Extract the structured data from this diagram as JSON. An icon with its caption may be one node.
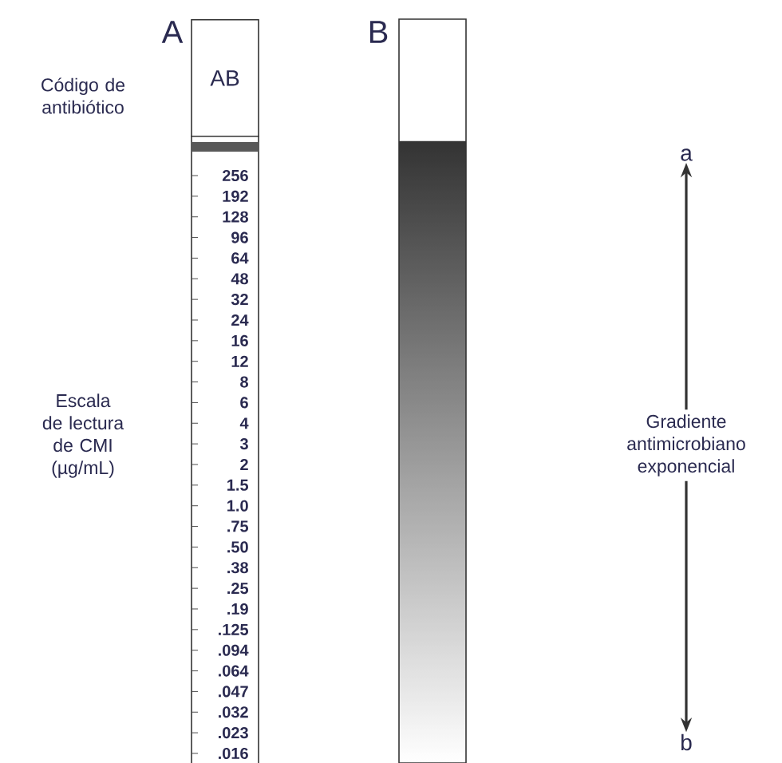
{
  "diagram": {
    "nodes": [
      {
        "text": [
          "AB"
        ],
        "beside": [
          "A"
        ]
      },
      {
        "text": [],
        "shape": "bar",
        "beside": [
          "B"
        ]
      },
      {
        "text": [
          "a"
        ]
      },
      {
        "text": [
          "b"
        ]
      }
    ],
    "edges": [
      {
        "from": 2,
        "to": 3,
        "arrow": "both"
      }
    ],
    "labels": [
      "Código de antibiótico",
      "256",
      "192",
      "128",
      "96",
      "64",
      "48",
      "32",
      "24",
      "16",
      "12",
      "8",
      "6",
      "4",
      "3",
      "2",
      "1.5",
      "1.0",
      ".75",
      ".50",
      ".38",
      ".25",
      ".19",
      ".125",
      ".094",
      ".064",
      ".047",
      ".032",
      ".023",
      ".016",
      "Escala de lectura de CMI (µg/mL)",
      "Gradiente antimicrobiano exponencial"
    ]
  }
}
